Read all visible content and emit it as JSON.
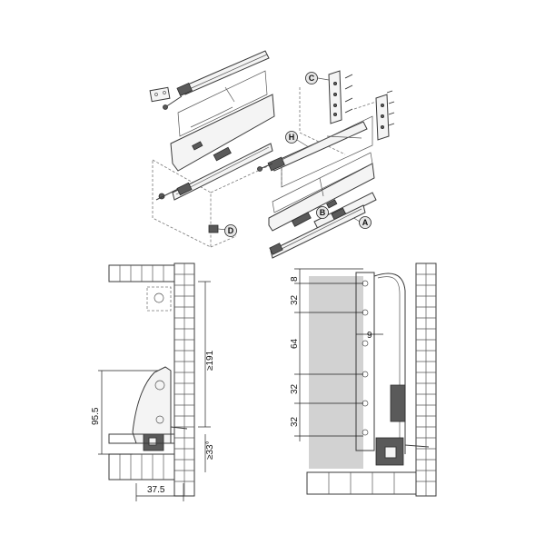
{
  "callouts": {
    "a": "A",
    "b": "B",
    "c": "C",
    "d": "D",
    "h": "H"
  },
  "left_section": {
    "dim_height": "95.5",
    "dim_width": "37.5",
    "dim_clearance": "≥191",
    "dim_angle": "≥33°"
  },
  "right_section": {
    "dims": [
      "8",
      "32",
      "64",
      "32",
      "32"
    ],
    "dim_inset": "9"
  }
}
